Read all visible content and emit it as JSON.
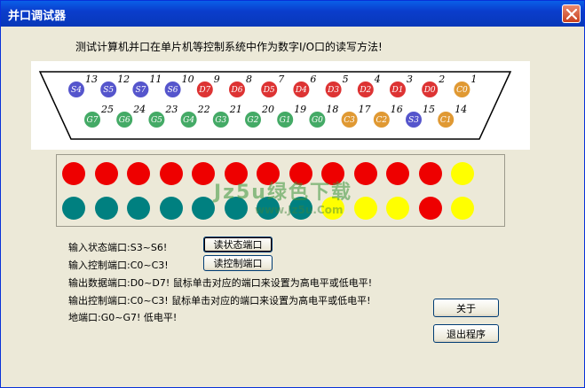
{
  "window": {
    "title": "并口调试器",
    "close_icon": "close-icon"
  },
  "heading": "测试计算机并口在单片机等控制系统中作为数字I/O口的读写方法!",
  "colors": {
    "status_pin": "#5555cc",
    "data_pin": "#dd3333",
    "control_pin": "#e09933",
    "ground_pin": "#44aa66",
    "led_red": "#ee0000",
    "led_teal": "#008080",
    "led_yellow": "#ffff00"
  },
  "connector": {
    "top_row": [
      {
        "name": "S4",
        "num": "13",
        "kind": "status"
      },
      {
        "name": "S5",
        "num": "12",
        "kind": "status"
      },
      {
        "name": "S7",
        "num": "11",
        "kind": "status"
      },
      {
        "name": "S6",
        "num": "10",
        "kind": "status"
      },
      {
        "name": "D7",
        "num": "9",
        "kind": "data"
      },
      {
        "name": "D6",
        "num": "8",
        "kind": "data"
      },
      {
        "name": "D5",
        "num": "7",
        "kind": "data"
      },
      {
        "name": "D4",
        "num": "6",
        "kind": "data"
      },
      {
        "name": "D3",
        "num": "5",
        "kind": "data"
      },
      {
        "name": "D2",
        "num": "4",
        "kind": "data"
      },
      {
        "name": "D1",
        "num": "3",
        "kind": "data"
      },
      {
        "name": "D0",
        "num": "2",
        "kind": "data"
      },
      {
        "name": "C0",
        "num": "1",
        "kind": "control"
      }
    ],
    "bottom_row": [
      {
        "name": "G7",
        "num": "25",
        "kind": "ground"
      },
      {
        "name": "G6",
        "num": "24",
        "kind": "ground"
      },
      {
        "name": "G5",
        "num": "23",
        "kind": "ground"
      },
      {
        "name": "G4",
        "num": "22",
        "kind": "ground"
      },
      {
        "name": "G3",
        "num": "21",
        "kind": "ground"
      },
      {
        "name": "G2",
        "num": "20",
        "kind": "ground"
      },
      {
        "name": "G1",
        "num": "19",
        "kind": "ground"
      },
      {
        "name": "G0",
        "num": "18",
        "kind": "ground"
      },
      {
        "name": "C3",
        "num": "17",
        "kind": "control"
      },
      {
        "name": "C2",
        "num": "16",
        "kind": "control"
      },
      {
        "name": "S3",
        "num": "15",
        "kind": "status"
      },
      {
        "name": "C1",
        "num": "14",
        "kind": "control"
      }
    ]
  },
  "leds": {
    "row1": [
      "red",
      "red",
      "red",
      "red",
      "red",
      "red",
      "red",
      "red",
      "red",
      "red",
      "red",
      "red",
      "yellow"
    ],
    "row2": [
      "teal",
      "teal",
      "teal",
      "teal",
      "teal",
      "teal",
      "teal",
      "teal",
      "yellow",
      "yellow",
      "yellow",
      "red",
      "yellow"
    ]
  },
  "watermark": {
    "text": "Jz5u绿色下载",
    "url": "www.Jz5u.Com"
  },
  "labels": {
    "input_status": "输入状态端口:S3~S6!",
    "input_control": "输入控制端口:C0~C3!",
    "output_data": "输出数据端口:D0~D7! 鼠标单击对应的端口来设置为高电平或低电平!",
    "output_control": "输出控制端口:C0~C3! 鼠标单击对应的端口来设置为高电平或低电平!",
    "ground": "地端口:G0~G7! 低电平!"
  },
  "buttons": {
    "read_status": "读状态端口",
    "read_control": "读控制端口",
    "about": "关于",
    "exit": "退出程序"
  }
}
